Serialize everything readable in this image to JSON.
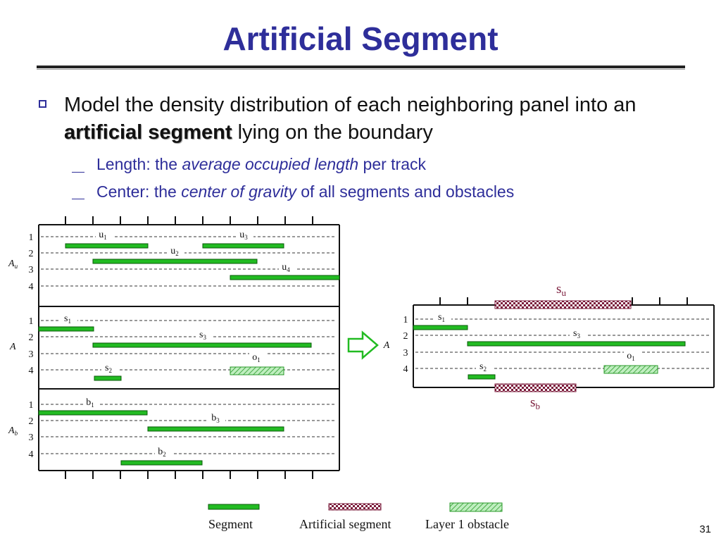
{
  "slide": {
    "title": "Artificial Segment",
    "bullet": {
      "part1": "Model the density distribution of each neighboring panel into an ",
      "emphasis": "artificial segment",
      "part2": " lying on the boundary"
    },
    "sub1": {
      "prefix": "Length: the ",
      "italic": "average occupied length",
      "suffix": " per track"
    },
    "sub2": {
      "prefix": "Center: the ",
      "italic": "center of gravity",
      "suffix": " of all segments and obstacles"
    },
    "page_number": "31"
  },
  "colors": {
    "title": "#2e2e9a",
    "segment": "#22bb22",
    "artificial": "#7a1a3a",
    "obstacle": "#88dd88"
  },
  "diagram": {
    "track_labels": [
      "1",
      "2",
      "3",
      "4"
    ],
    "panel_labels": {
      "upper": "A",
      "upper_sub": "u",
      "middle": "A",
      "lower": "A",
      "lower_sub": "b"
    },
    "upper_segments": [
      {
        "name": "u",
        "sub": "1"
      },
      {
        "name": "u",
        "sub": "2"
      },
      {
        "name": "u",
        "sub": "3"
      },
      {
        "name": "u",
        "sub": "4"
      }
    ],
    "middle_segments": [
      {
        "name": "s",
        "sub": "1"
      },
      {
        "name": "s",
        "sub": "2"
      },
      {
        "name": "s",
        "sub": "3"
      },
      {
        "name": "o",
        "sub": "1"
      }
    ],
    "lower_segments": [
      {
        "name": "b",
        "sub": "1"
      },
      {
        "name": "b",
        "sub": "2"
      },
      {
        "name": "b",
        "sub": "3"
      }
    ],
    "right_panel": {
      "panel_label": "A",
      "artificial_top": {
        "name": "s",
        "sub": "u"
      },
      "artificial_bottom": {
        "name": "s",
        "sub": "b"
      }
    }
  },
  "legend": {
    "segment": "Segment",
    "artificial": "Artificial segment",
    "obstacle": "Layer 1 obstacle"
  }
}
